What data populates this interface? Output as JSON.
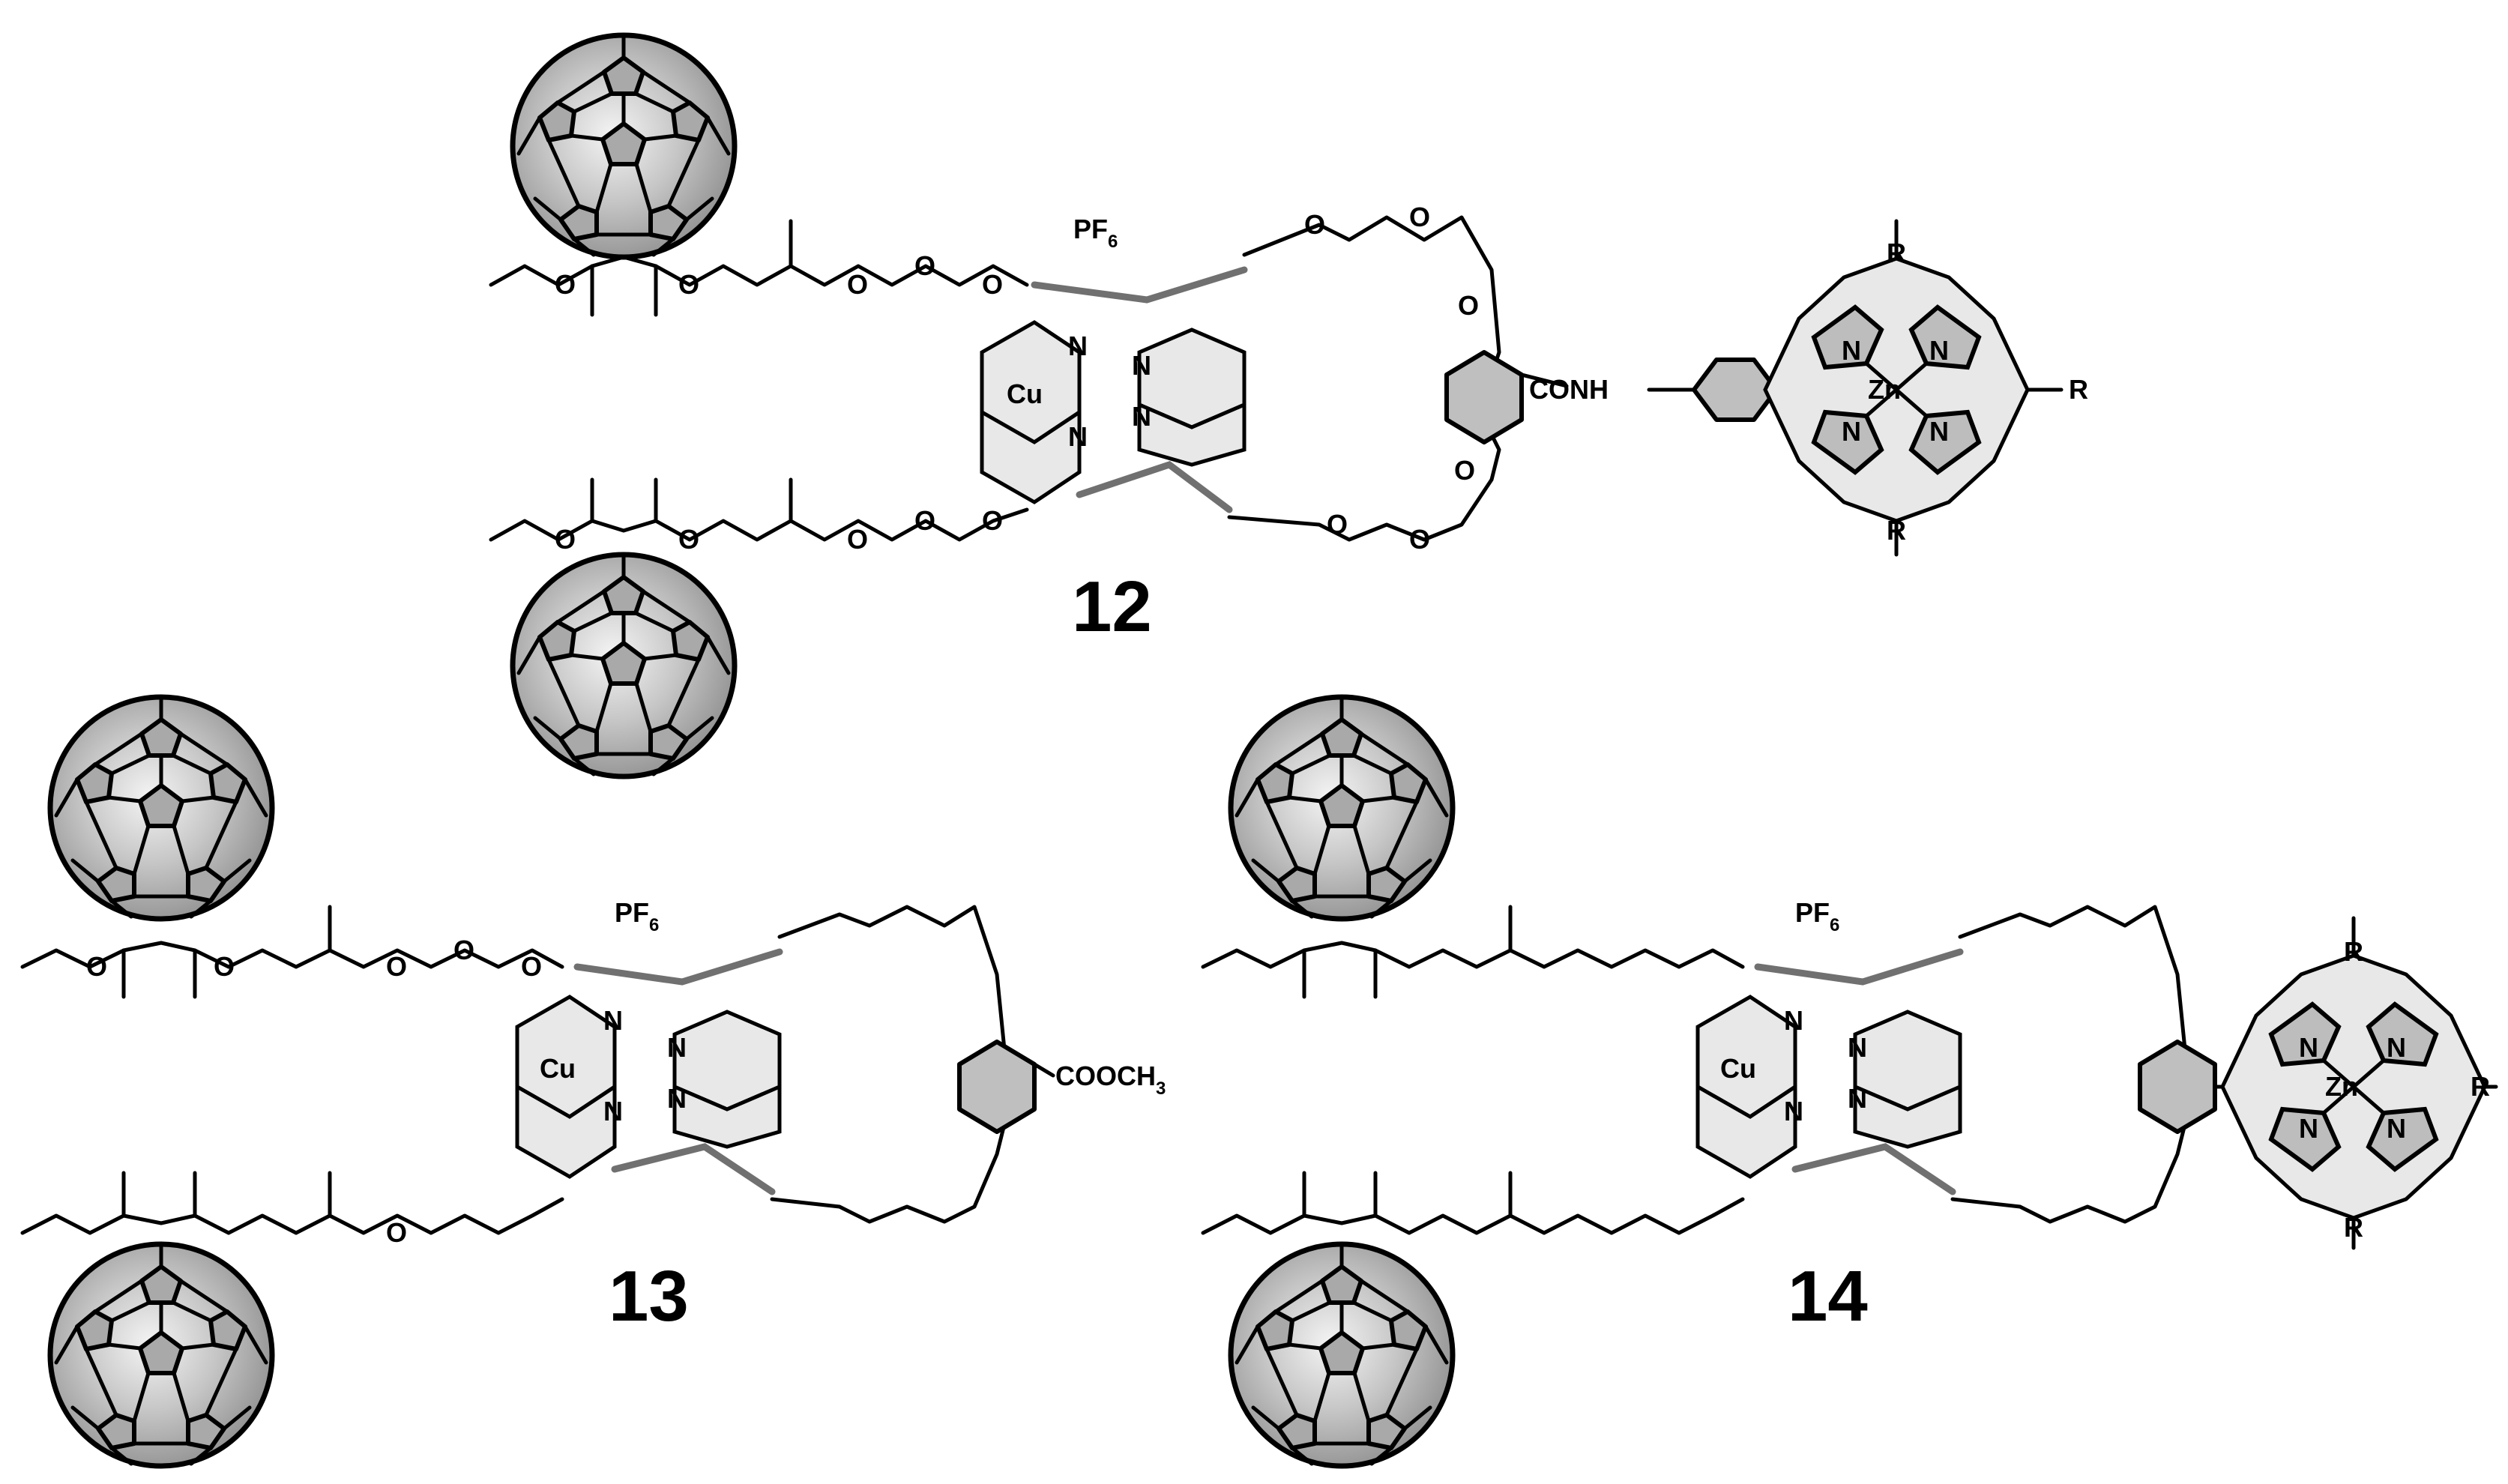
{
  "compounds": [
    {
      "number": "12",
      "counter_ion": "PF",
      "counter_ion_sub": "6",
      "metal": "Cu",
      "n_labels": [
        "N",
        "N",
        "N",
        "N"
      ],
      "ether_o": [
        "O",
        "O",
        "O",
        "O",
        "O",
        "O",
        "O",
        "O",
        "O",
        "O",
        "O",
        "O",
        "O",
        "O",
        "O",
        "O",
        "O",
        "O",
        "O",
        "O",
        "O",
        "O"
      ],
      "linker": "CONH",
      "porphyrin": {
        "metal": "Zn",
        "n_labels": [
          "N",
          "N",
          "N",
          "N"
        ],
        "r_labels": [
          "R",
          "R",
          "R"
        ]
      }
    },
    {
      "number": "13",
      "counter_ion": "PF",
      "counter_ion_sub": "6",
      "metal": "Cu",
      "n_labels": [
        "N",
        "N",
        "N",
        "N"
      ],
      "substituent": "COOCH",
      "substituent_sub": "3"
    },
    {
      "number": "14",
      "counter_ion": "PF",
      "counter_ion_sub": "6",
      "metal": "Cu",
      "n_labels": [
        "N",
        "N",
        "N",
        "N"
      ],
      "porphyrin": {
        "metal": "Zn",
        "n_labels": [
          "N",
          "N",
          "N",
          "N"
        ],
        "r_labels": [
          "R",
          "R",
          "R"
        ]
      }
    }
  ],
  "colors": {
    "fullerene_fill": "#bdbdbd",
    "phenanthroline_fill": "#e8e8e8",
    "linker_grey": "#707070"
  }
}
